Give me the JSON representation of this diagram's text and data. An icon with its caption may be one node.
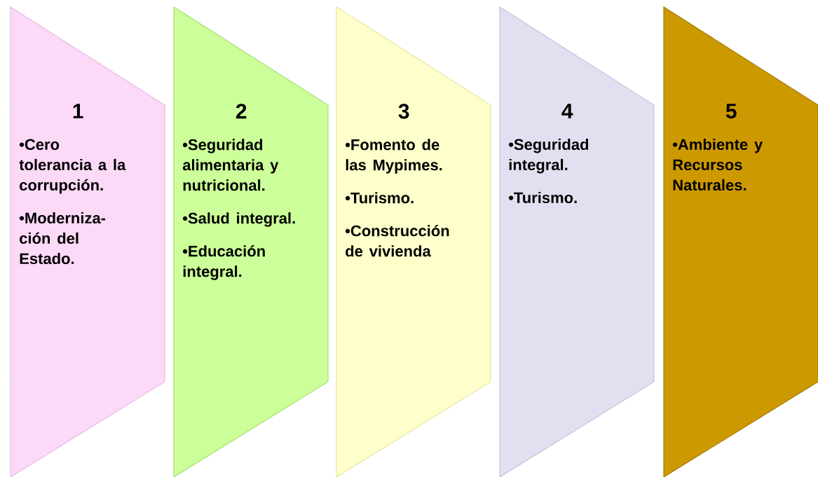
{
  "diagram": {
    "nodes": [
      {
        "text": [
          "1",
          "•Cero tolerancia a la corrupción.",
          "•Moderniza-ción del Estado."
        ]
      },
      {
        "text": [
          "2",
          "•Seguridad alimentaria y nutricional.",
          "•Salud integral.",
          "•Educación integral."
        ]
      },
      {
        "text": [
          "3",
          "•Fomento de las Mypimes.",
          "•Turismo.",
          "•Construcción de vivienda"
        ]
      },
      {
        "text": [
          "4",
          "•Seguridad integral.",
          "•Turismo."
        ]
      },
      {
        "text": [
          "5",
          "•Ambiente y Recursos Naturales."
        ]
      }
    ]
  }
}
